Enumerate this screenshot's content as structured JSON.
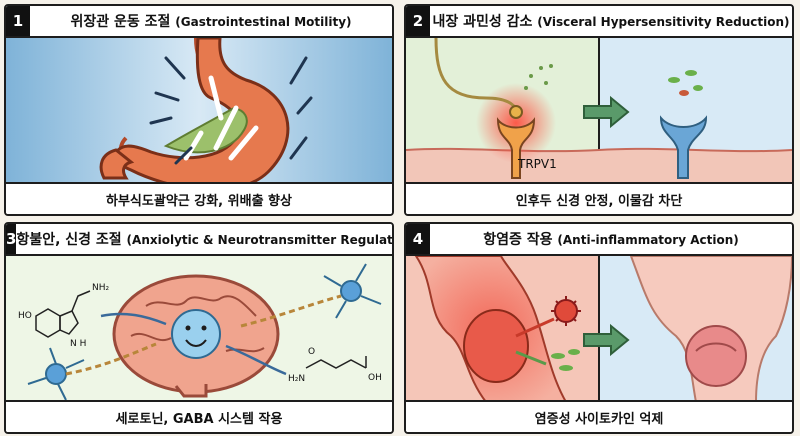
{
  "panels": [
    {
      "number": "1",
      "title_ko": "위장관 운동 조절",
      "title_en": "(Gastrointestinal Motility)",
      "caption": "하부식도괄약근 강화, 위배출 향상"
    },
    {
      "number": "2",
      "title_ko": "내장 과민성 감소",
      "title_en": "(Visceral Hypersensitivity Reduction)",
      "caption": "인후두 신경 안정, 이물감 차단",
      "label": "TRPV1"
    },
    {
      "number": "3",
      "title_ko": "항불안, 신경 조절",
      "title_en": "(Anxiolytic & Neurotransmitter Regulation)",
      "caption": "세로토닌, GABA 시스템 작용",
      "labels": {
        "nh2": "NH₂",
        "ho": "HO",
        "nh": "N\nH",
        "h2n": "H₂N",
        "o": "O",
        "oh": "OH"
      }
    },
    {
      "number": "4",
      "title_ko": "항염증 작용",
      "title_en": "(Anti-inflammatory Action)",
      "caption": "염증성 사이토카인 억제"
    }
  ]
}
